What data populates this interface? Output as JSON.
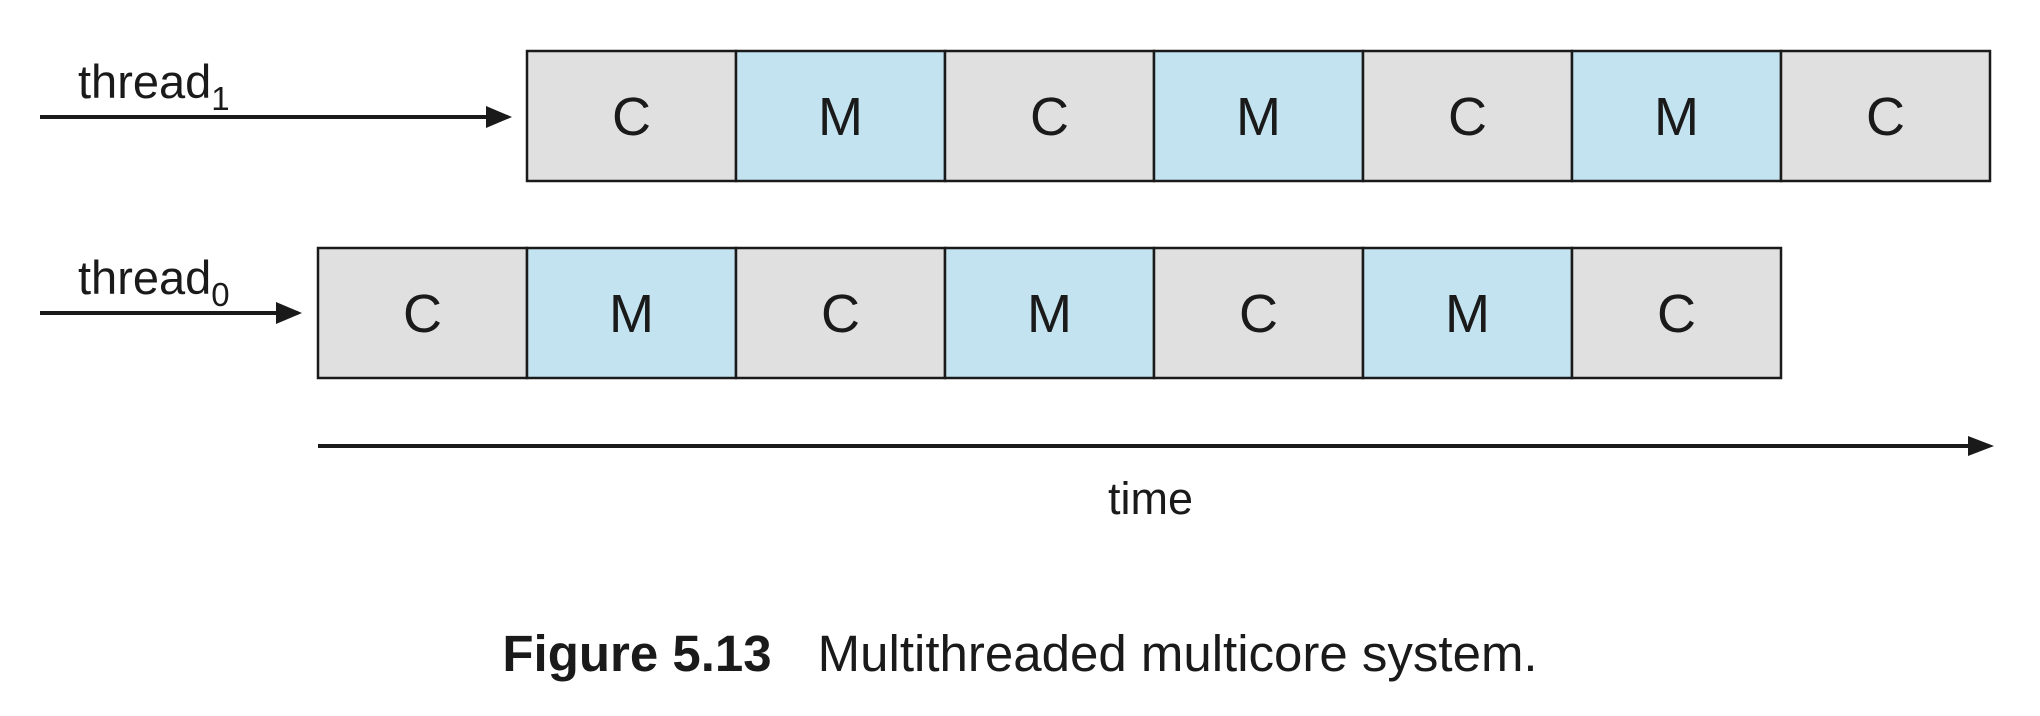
{
  "thread1": {
    "label": "thread",
    "subscript": "1",
    "segments": [
      "C",
      "M",
      "C",
      "M",
      "C",
      "M",
      "C"
    ]
  },
  "thread0": {
    "label": "thread",
    "subscript": "0",
    "segments": [
      "C",
      "M",
      "C",
      "M",
      "C",
      "M",
      "C"
    ]
  },
  "time_label": "time",
  "caption": {
    "number": "Figure 5.13",
    "text": "Multithreaded multicore system."
  },
  "colors": {
    "compute": "#e0e0e0",
    "memory": "#c2e3ef",
    "stroke": "#1a1a1a"
  }
}
